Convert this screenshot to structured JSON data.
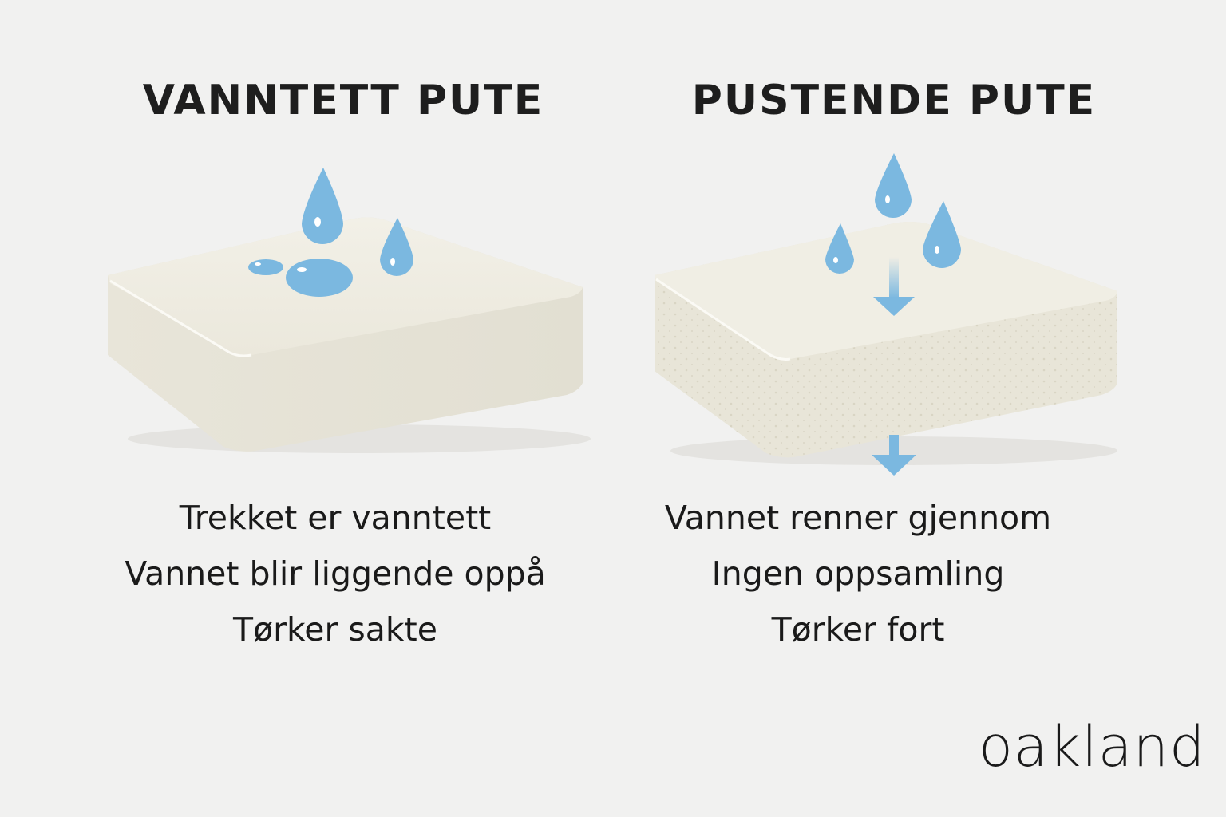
{
  "colors": {
    "background": "#f1f1f0",
    "cushion": "#ebe8dc",
    "water": "#7bb8e0",
    "text": "#1b1b1b"
  },
  "panels": [
    {
      "title": "VANNTETT PUTE",
      "illustration": "waterproof-cushion-with-beading-droplets",
      "features": [
        "Trekket er vanntett",
        "Vannet blir liggende oppå",
        "Tørker sakte"
      ]
    },
    {
      "title": "PUSTENDE PUTE",
      "illustration": "breathable-perforated-cushion-with-water-passing-through",
      "features": [
        "Vannet renner gjennom",
        "Ingen oppsamling",
        "Tørker fort"
      ]
    }
  ],
  "brand": {
    "logo_text": "oakland"
  }
}
